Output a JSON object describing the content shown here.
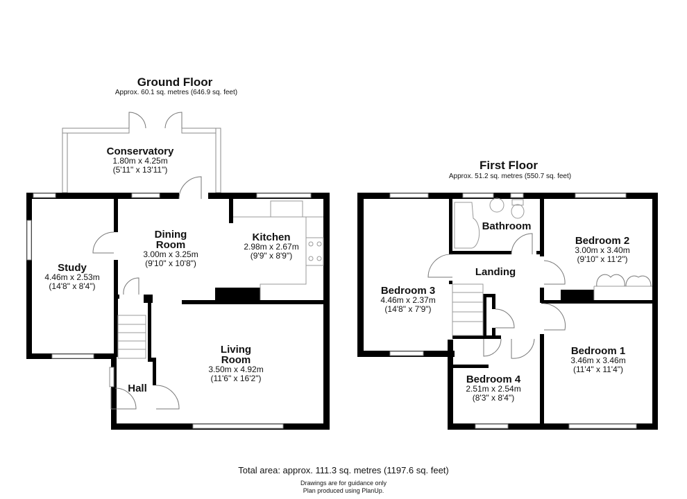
{
  "ground_floor": {
    "title": "Ground Floor",
    "area": "Approx. 60.1 sq. metres (646.9 sq. feet)",
    "rooms": [
      {
        "name": "Conservatory",
        "metric": "1.80m x 4.25m",
        "imperial": "(5'11\" x 13'11\")"
      },
      {
        "name": "Dining",
        "name2": "Room",
        "metric": "3.00m x 3.25m",
        "imperial": "(9'10\" x 10'8\")"
      },
      {
        "name": "Kitchen",
        "metric": "2.98m x 2.67m",
        "imperial": "(9'9\" x 8'9\")"
      },
      {
        "name": "Study",
        "metric": "4.46m x 2.53m",
        "imperial": "(14'8\" x 8'4\")"
      },
      {
        "name": "Living",
        "name2": "Room",
        "metric": "3.50m x 4.92m",
        "imperial": "(11'6\" x 16'2\")"
      },
      {
        "name": "Hall"
      }
    ]
  },
  "first_floor": {
    "title": "First Floor",
    "area": "Approx. 51.2 sq. metres (550.7 sq. feet)",
    "rooms": [
      {
        "name": "Bathroom"
      },
      {
        "name": "Bedroom 2",
        "metric": "3.00m x 3.40m",
        "imperial": "(9'10\" x 11'2\")"
      },
      {
        "name": "Landing"
      },
      {
        "name": "Bedroom 3",
        "metric": "4.46m x 2.37m",
        "imperial": "(14'8\" x 7'9\")"
      },
      {
        "name": "Bedroom 1",
        "metric": "3.46m x 3.46m",
        "imperial": "(11'4\" x 11'4\")"
      },
      {
        "name": "Bedroom 4",
        "metric": "2.51m x 2.54m",
        "imperial": "(8'3\" x 8'4\")"
      }
    ]
  },
  "footer": {
    "total": "Total area: approx. 111.3 sq. metres (1197.6 sq. feet)",
    "note1": "Drawings are for guidance only",
    "note2": "Plan produced using PlanUp."
  }
}
